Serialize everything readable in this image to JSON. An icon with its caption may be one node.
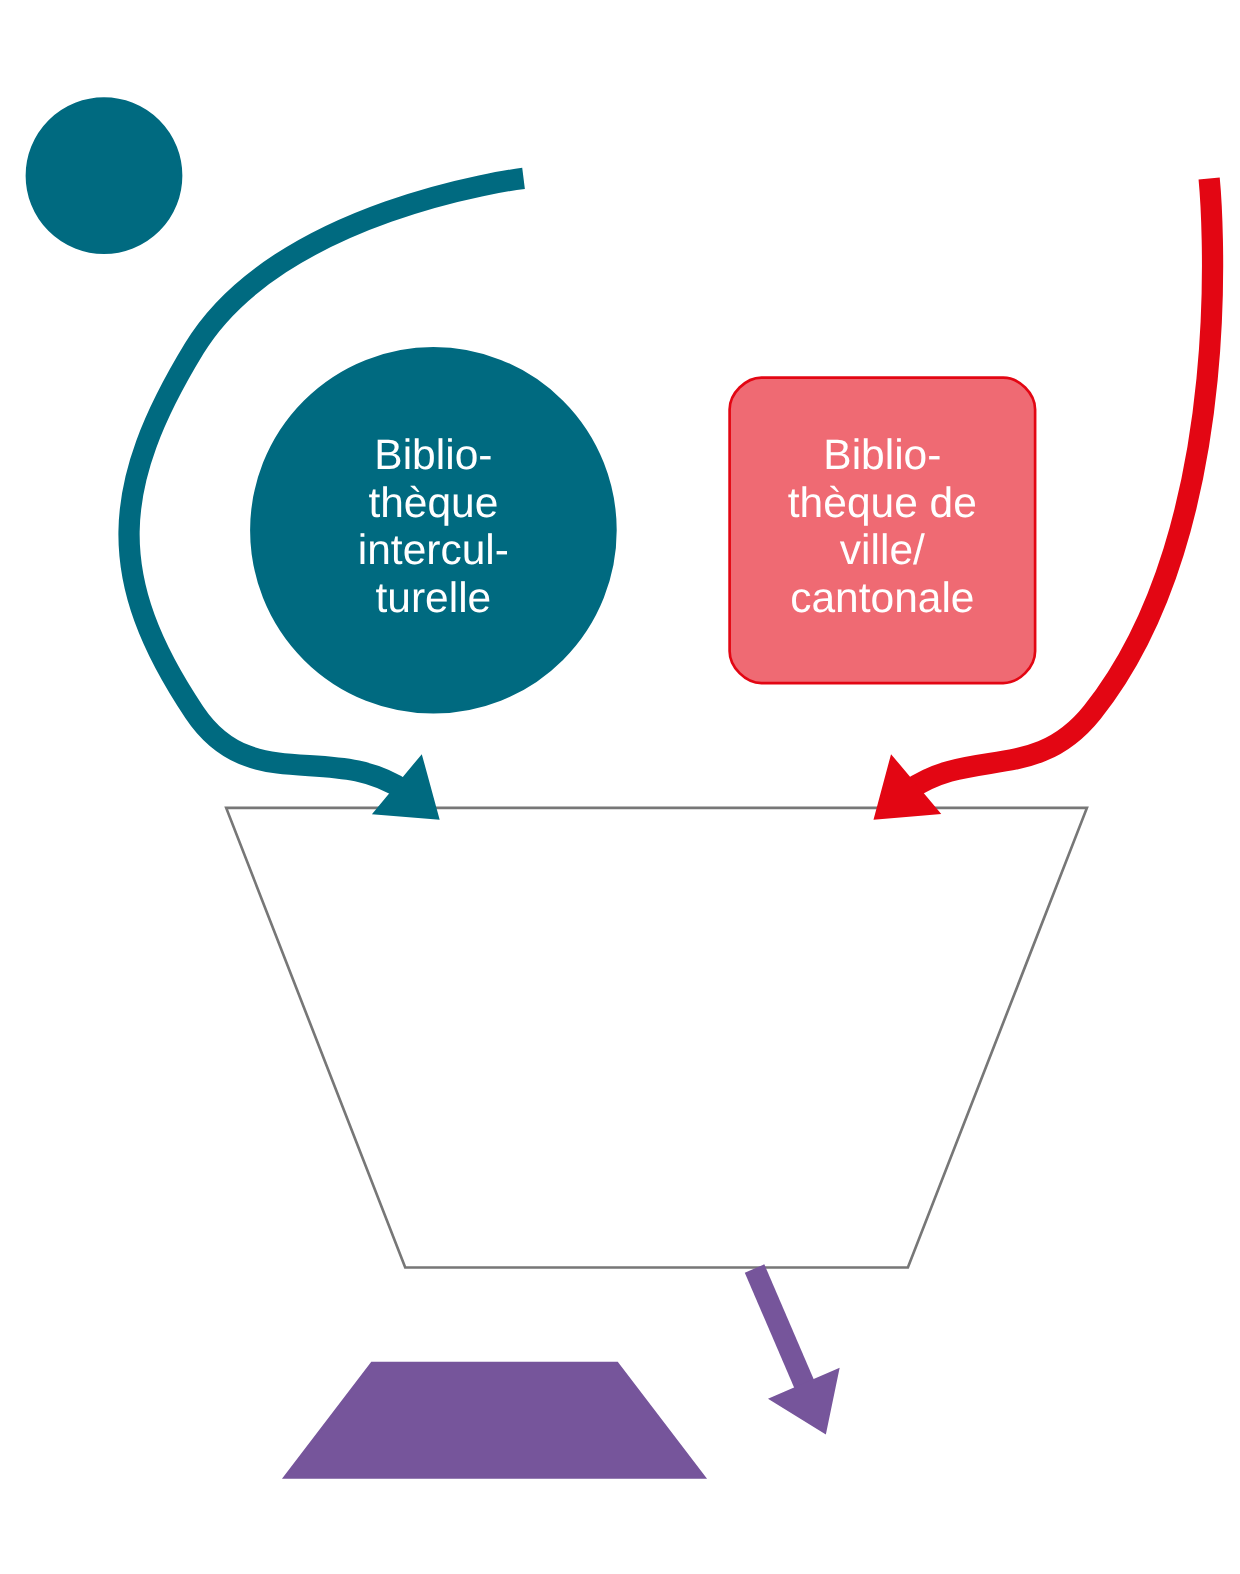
{
  "diagram": {
    "nodes": [
      {
        "text": [],
        "shape": "circle"
      },
      {
        "text": [],
        "shape": "funnel"
      },
      {
        "text": [
          "Biblio- thèque intercul- turelle"
        ]
      },
      {
        "text": [
          "Biblio- thèque de ville/ cantonale"
        ]
      },
      {
        "text": [],
        "shape": "trapezoid"
      }
    ],
    "edges": [
      {
        "from": null,
        "to": 1,
        "arrow": "to",
        "color": "#006a80"
      },
      {
        "from": null,
        "to": 1,
        "arrow": "to",
        "color": "#e30613"
      },
      {
        "from": 1,
        "to": null,
        "arrow": "to",
        "color": "#76559b"
      }
    ]
  }
}
